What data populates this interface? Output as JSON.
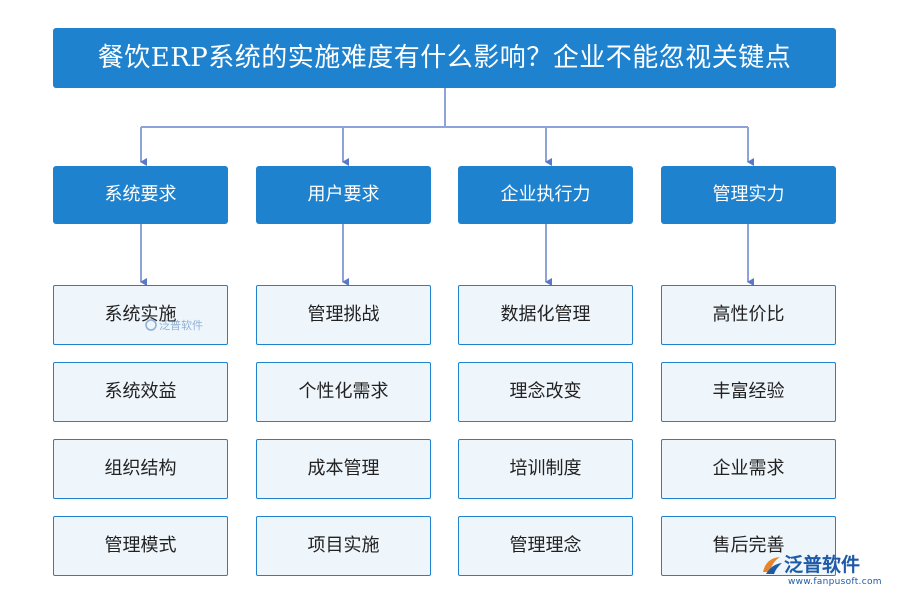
{
  "title": "餐饮ERP系统的实施难度有什么影响？企业不能忽视关键点",
  "colors": {
    "primary": "#1e82cf",
    "item_bg": "#eef5fb",
    "connector": "#8fa3db"
  },
  "categories": [
    {
      "label": "系统要求",
      "items": [
        "系统实施",
        "系统效益",
        "组织结构",
        "管理模式"
      ]
    },
    {
      "label": "用户要求",
      "items": [
        "管理挑战",
        "个性化需求",
        "成本管理",
        "项目实施"
      ]
    },
    {
      "label": "企业执行力",
      "items": [
        "数据化管理",
        "理念改变",
        "培训制度",
        "管理理念"
      ]
    },
    {
      "label": "管理实力",
      "items": [
        "高性价比",
        "丰富经验",
        "企业需求",
        "售后完善"
      ]
    }
  ],
  "watermark": {
    "name": "泛普软件",
    "url": "www.fanpusoft.com",
    "icon": "fanpu-logo-icon"
  }
}
